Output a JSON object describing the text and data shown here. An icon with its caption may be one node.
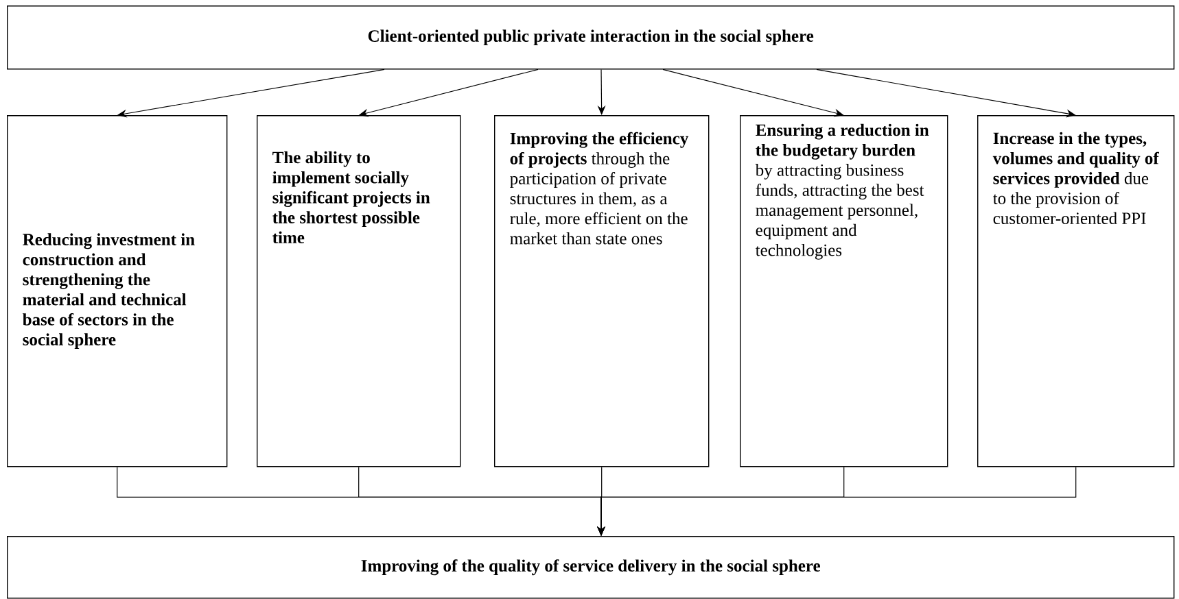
{
  "diagram": {
    "nodes": [
      {
        "text": [
          "Client-oriented public private interaction in the social sphere"
        ]
      },
      {
        "text": [
          "Reducing investment in construction and strengthening the material and technical base of sectors in the social sphere"
        ]
      },
      {
        "text": [
          "The ability to implement socially significant projects in the shortest possible time"
        ]
      },
      {
        "text": [
          "**Improving the efficiency of projects** through the participation of private structures in them, as a rule, more efficient on the market than state ones"
        ]
      },
      {
        "text": [
          "**Ensuring a reduction in the budgetary burden** by attracting business funds, attracting the best management personnel, equipment and technologies"
        ]
      },
      {
        "text": [
          "**Increase in the types, volumes and quality of services provided** due to the provision of customer-oriented PPI"
        ]
      },
      {
        "text": [
          "Improving of the quality of service delivery in the social sphere"
        ]
      }
    ],
    "edges": [
      {
        "from": 0,
        "to": 1,
        "arrow": "to"
      },
      {
        "from": 0,
        "to": 2,
        "arrow": "to"
      },
      {
        "from": 0,
        "to": 3,
        "arrow": "to"
      },
      {
        "from": 0,
        "to": 4,
        "arrow": "to"
      },
      {
        "from": 0,
        "to": 5,
        "arrow": "to"
      },
      {
        "from": 1,
        "to": 6,
        "arrow": "to"
      },
      {
        "from": 2,
        "to": 6,
        "arrow": "to"
      },
      {
        "from": 3,
        "to": 6,
        "arrow": "to"
      },
      {
        "from": 4,
        "to": 6,
        "arrow": "to"
      },
      {
        "from": 5,
        "to": 6,
        "arrow": "to"
      }
    ]
  }
}
